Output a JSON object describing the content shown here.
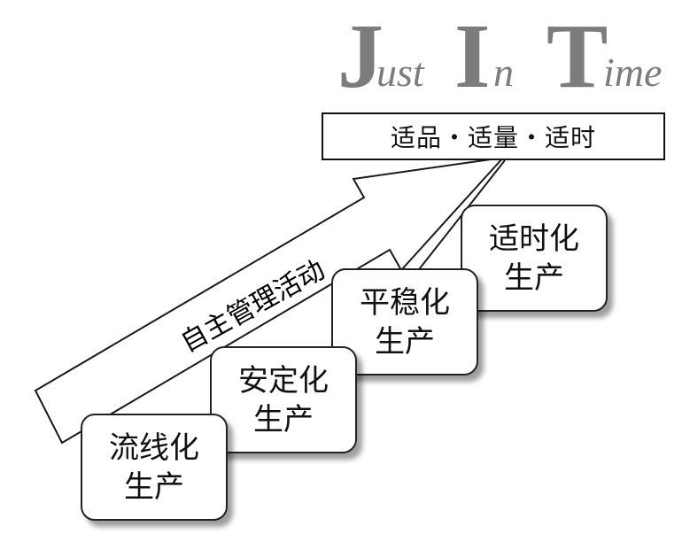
{
  "jit_title": {
    "words": [
      {
        "initial": "J",
        "rest": "ust"
      },
      {
        "initial": "I",
        "rest": "n"
      },
      {
        "initial": "T",
        "rest": "ime"
      }
    ],
    "color": "#7c7c7c"
  },
  "goal_box": {
    "label": "适品・适量・适时"
  },
  "arrow": {
    "label": "自主管理活动"
  },
  "steps": [
    {
      "line1": "流线化",
      "line2": "生产"
    },
    {
      "line1": "安定化",
      "line2": "生产"
    },
    {
      "line1": "平稳化",
      "line2": "生产"
    },
    {
      "line1": "适时化",
      "line2": "生产"
    }
  ]
}
